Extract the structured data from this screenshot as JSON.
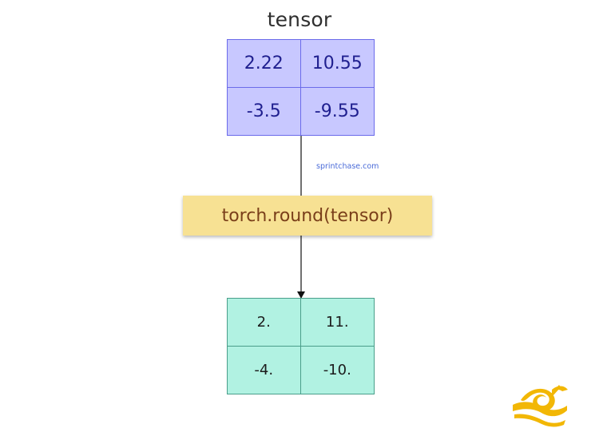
{
  "title": "tensor",
  "input_tensor": {
    "cells": [
      "2.22",
      "10.55",
      "-3.5",
      "-9.55"
    ],
    "fill_color": "#c8c8ff",
    "border_color": "#6b6bea"
  },
  "watermark": "sprintchase.com",
  "operation": {
    "label": "torch.round(tensor)",
    "fill_color": "#f7e193"
  },
  "output_tensor": {
    "cells": [
      "2.",
      "11.",
      "-4.",
      "-10."
    ],
    "fill_color": "#b1f2e2",
    "border_color": "#4a9e8a"
  },
  "icons": {
    "arrow": "arrow-down-icon",
    "logo": "yellow-logo-icon"
  }
}
